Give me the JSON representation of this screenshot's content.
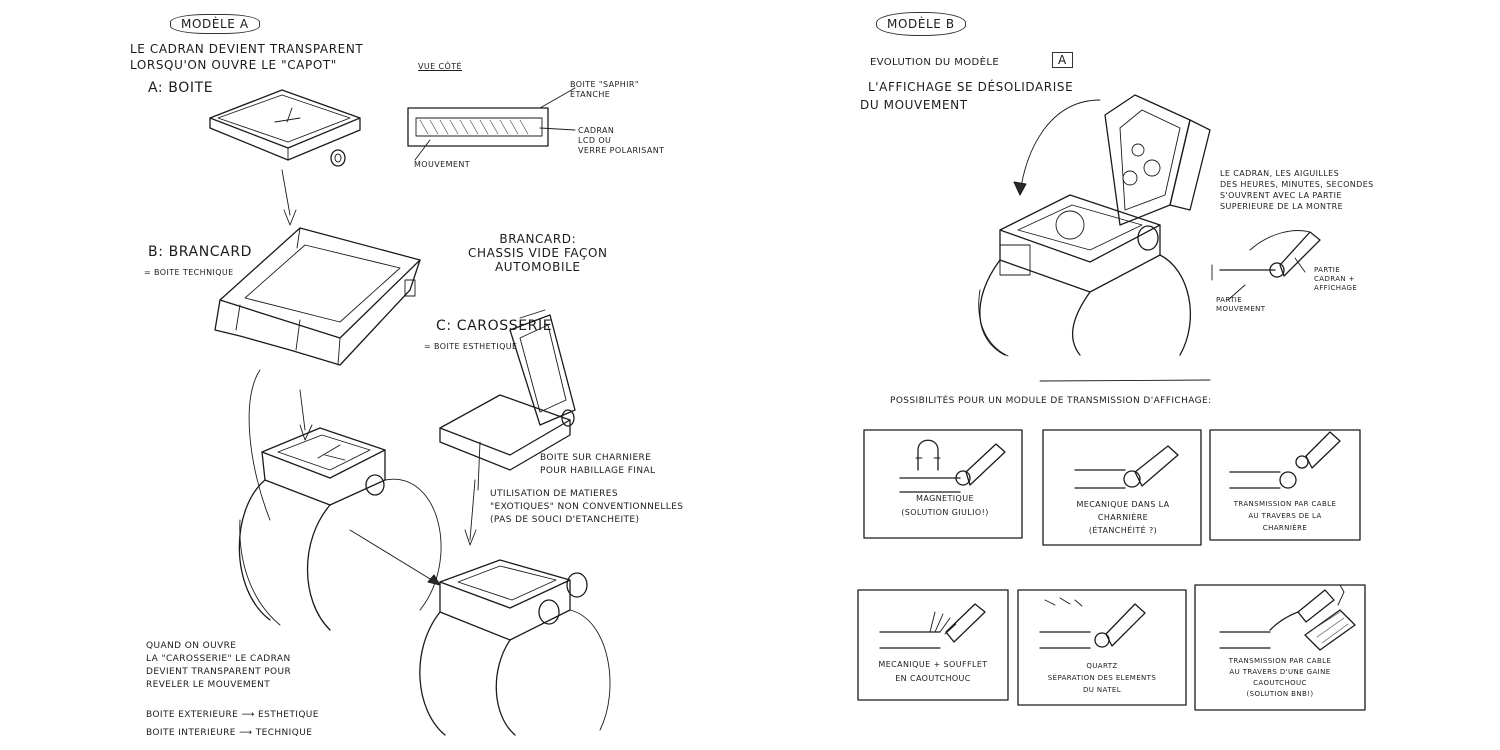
{
  "left": {
    "model_label": "MODÈLE A",
    "intro_line1": "LE CADRAN DEVIENT TRANSPARENT",
    "intro_line2": "LORSQU'ON OUVRE LE \"CAPOT\"",
    "a_label": "A: BOITE",
    "side_view_label": "VUE CÔTÉ",
    "side_label_sapphire": "BOITE \"SAPHIR\"\nETANCHE",
    "side_label_dial": "CADRAN\nLCD OU\nVERRE POLARISANT",
    "side_label_movement": "MOUVEMENT",
    "b_label": "B: BRANCARD",
    "b_sub": "= BOITE TECHNIQUE",
    "brancard_def": "BRANCARD:\nCHASSIS VIDE FAÇON\nAUTOMOBILE",
    "c_label": "C: CAROSSERIE",
    "c_sub": "= BOITE ESTHETIQUE",
    "hinge_note": "BOITE SUR CHARNIERE\nPOUR HABILLAGE FINAL",
    "materials_note": "UTILISATION DE MATIERES\n\"EXOTIQUES\" NON CONVENTIONNELLES\n(PAS DE SOUCI D'ETANCHEITE)",
    "opening_note": "QUAND ON OUVRE\nLA \"CAROSSERIE\" LE CADRAN\nDEVIENT TRANSPARENT POUR\nREVELER LE MOUVEMENT",
    "legend_line1": "BOITE EXTERIEURE ⟶ ESTHETIQUE",
    "legend_line2": "BOITE INTERIEURE ⟶ TECHNIQUE"
  },
  "right": {
    "model_label": "MODÈLE B",
    "evolution_line": "EVOLUTION DU MODÈLE",
    "evolution_box": "A",
    "intro_line1": "L'AFFICHAGE SE DÉSOLIDARISE",
    "intro_line2": "DU MOUVEMENT",
    "dial_note": "LE CADRAN, LES AIGUILLES\nDES HEURES, MINUTES, SECONDES\nS'OUVRENT AVEC LA PARTIE\nSUPERIEURE DE LA MONTRE",
    "part_dial": "PARTIE\nCADRAN +\nAFFICHAGE",
    "part_movement": "PARTIE\nMOUVEMENT",
    "possibilities": "POSSIBILITÉS POUR UN MODULE DE TRANSMISSION D'AFFICHAGE:",
    "panels": [
      {
        "caption": "MAGNETIQUE\n(SOLUTION GIULIO!)"
      },
      {
        "caption": "MECANIQUE DANS LA\nCHARNIÈRE\n(ÉTANCHÉITÉ ?)"
      },
      {
        "caption": "TRANSMISSION PAR CABLE\nAU TRAVERS DE LA\nCHARNIÈRE"
      },
      {
        "caption": "MECANIQUE + SOUFFLET\nEN CAOUTCHOUC"
      },
      {
        "caption": "QUARTZ\nSÉPARATION DES ELEMENTS\nDU NATEL"
      },
      {
        "caption": "TRANSMISSION PAR CABLE\nAU TRAVERS D'UNE GAINE\nCAOUTCHOUC\n(SOLUTION BNB!)"
      }
    ]
  }
}
